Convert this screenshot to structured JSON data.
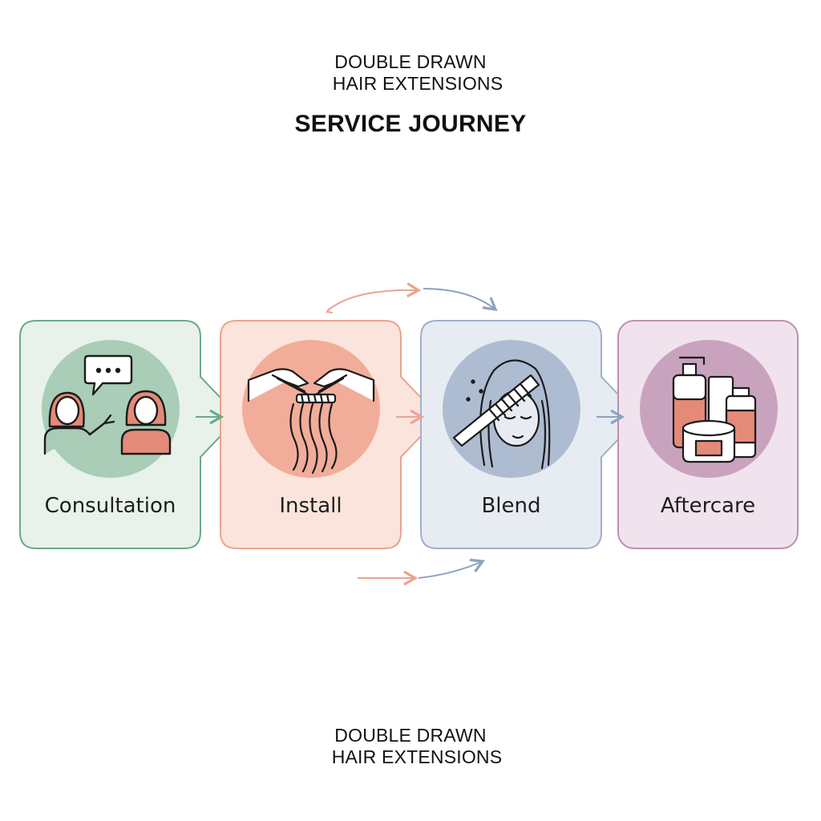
{
  "brand": {
    "line1": "DOUBLE DRAWN",
    "line2": "HAIR EXTENSIONS"
  },
  "title": "SERVICE JOURNEY",
  "stages": [
    {
      "label": "Consultation",
      "icon": "consultation-icon",
      "border": "#6aa98a",
      "fill": "#e7f1e9",
      "circle": "#a8cdb6",
      "accent": "#e48a78"
    },
    {
      "label": "Install",
      "icon": "install-icon",
      "border": "#e9a48f",
      "fill": "#fbe3da",
      "circle": "#f1ad99",
      "accent": "#e48a78"
    },
    {
      "label": "Blend",
      "icon": "blend-icon",
      "border": "#9fb0c8",
      "fill": "#e6ebf2",
      "circle": "#a9b8ce",
      "accent": "#7d8fae"
    },
    {
      "label": "Aftercare",
      "icon": "aftercare-icon",
      "border": "#bf8fb0",
      "fill": "#efe2ec",
      "circle": "#c9a2be",
      "accent": "#e48a78"
    }
  ],
  "footer_brand": {
    "line1": "DOUBLE DRAWN",
    "line2": "HAIR EXTENSIONS"
  }
}
